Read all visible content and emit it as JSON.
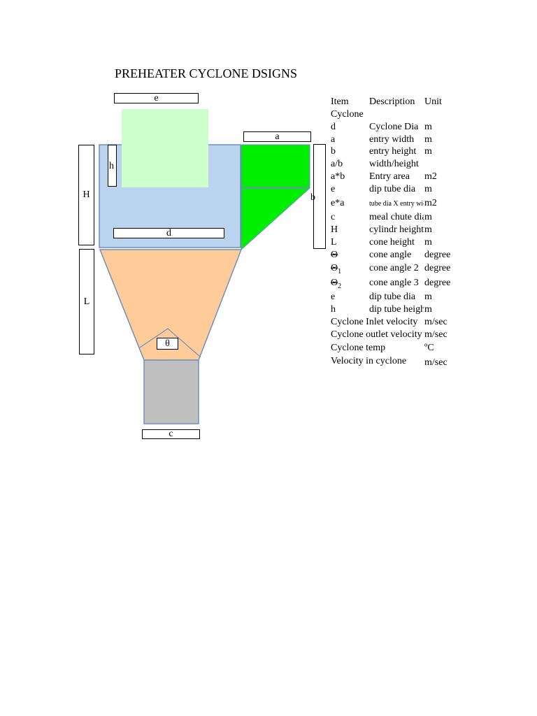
{
  "title": "PREHEATER CYCLONE DSIGNS",
  "colors": {
    "cylinder": "#bad3ee",
    "dip_tube": "#ccffcc",
    "inlet": "#00ee00",
    "cone": "#ffcc99",
    "meal_chute": "#c0c0c0",
    "outline": "#6d8fbf"
  },
  "labels": {
    "e": "e",
    "a": "a",
    "h": "h",
    "H": "H",
    "b": "b",
    "d": "d",
    "L": "L",
    "theta": "θ",
    "c": "c"
  },
  "table": {
    "headers": [
      "Item",
      "Description",
      "Unit"
    ],
    "section": "Cyclone",
    "rows": [
      {
        "item": "d",
        "desc": "Cyclone Dia",
        "unit": "m"
      },
      {
        "item": "a",
        "desc": "entry width",
        "unit": "m"
      },
      {
        "item": "b",
        "desc": "entry height",
        "unit": "m"
      },
      {
        "item": "a/b",
        "desc": "width/height",
        "unit": ""
      },
      {
        "item": "a*b",
        "desc": "Entry area",
        "unit": "m2"
      },
      {
        "item": "e",
        "desc": "dip tube dia",
        "unit": "m"
      },
      {
        "item": "e*a",
        "desc": "tube dia X entry width",
        "unit": "m2"
      },
      {
        "item": "c",
        "desc": "meal chute dia",
        "unit": "m"
      },
      {
        "item": "H",
        "desc": "cylindr height",
        "unit": "m"
      },
      {
        "item": "L",
        "desc": "cone height",
        "unit": "m"
      },
      {
        "item": "Θ",
        "desc": "cone angle",
        "unit": "degree"
      },
      {
        "item": "Θ",
        "sub": "1",
        "desc": "cone angle 2",
        "unit": "degree"
      },
      {
        "item": "Θ",
        "sub": "2",
        "desc": "cone angle 3",
        "unit": "degree"
      },
      {
        "item": "e",
        "desc": "dip tube dia",
        "unit": "m"
      },
      {
        "item": "h",
        "desc": "dip tube height",
        "unit": "m"
      }
    ],
    "wide_rows": [
      {
        "label": "Cyclone Inlet velocity",
        "unit": "m/sec"
      },
      {
        "label": "Cyclone outlet velocity",
        "unit": "m/sec"
      },
      {
        "label": "Cyclone temp",
        "unit": "ºC"
      },
      {
        "label": "Velocity in cyclone",
        "unit": "m/sec"
      }
    ]
  }
}
